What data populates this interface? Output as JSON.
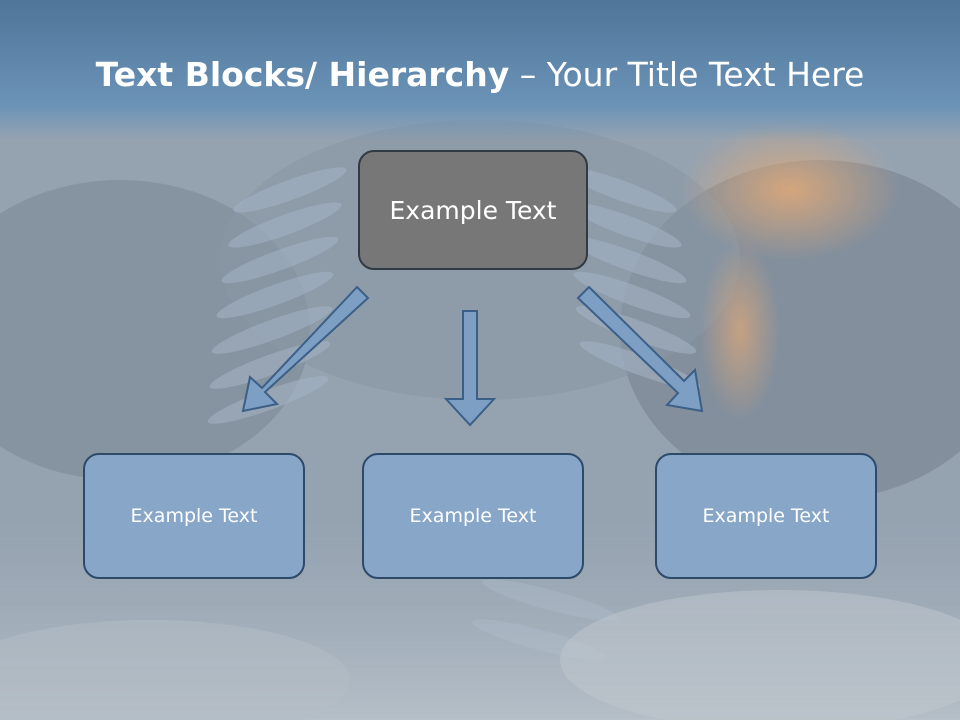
{
  "title": {
    "bold_part": "Text Blocks/ Hierarchy",
    "rest_part": " – Your Title Text Here"
  },
  "diagram": {
    "top_box": {
      "label": "Example Text"
    },
    "children": [
      {
        "label": "Example Text"
      },
      {
        "label": "Example Text"
      },
      {
        "label": "Example Text"
      }
    ]
  },
  "colors": {
    "title_band": "#5d86ab",
    "top_box_fill": "#777777",
    "child_box_fill": "#87a6c8",
    "child_box_border": "#2e4a6b",
    "arrow_fill": "#7d9fc4",
    "arrow_stroke": "#3b5f86"
  }
}
